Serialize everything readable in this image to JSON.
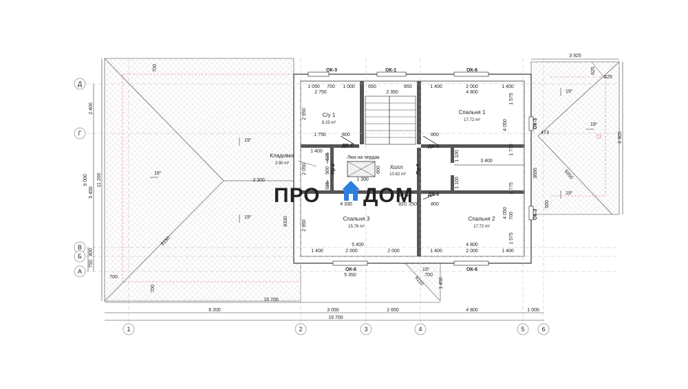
{
  "logo": {
    "part1": "ПРО",
    "part2": "ДОМ"
  },
  "rooms": [
    {
      "name": "С/у 1",
      "area": "8.15 m²"
    },
    {
      "name": "Спальня 1",
      "area": "17.72 m²"
    },
    {
      "name": "Кладовка",
      "area": "2.90 m²"
    },
    {
      "name": "Холл",
      "area": "10.82 m²"
    },
    {
      "name": "Спальня 3",
      "area": "15.76 m²"
    },
    {
      "name": "Спальня 2",
      "area": "17.72 m²"
    }
  ],
  "attic_hatch": "Люк на чердак",
  "windows": {
    "ok3": "ОК-3",
    "ok1": "ОК-1",
    "ok6": "ОК-6"
  },
  "doors": {
    "dv3": "ДВ-3",
    "pr2": "Пр-2",
    "pr3": "Пр-3"
  },
  "roof_slope": "19°",
  "axes_letters": [
    "Д",
    "Г",
    "В",
    "Б",
    "А"
  ],
  "axes_numbers": [
    "1",
    "2",
    "3",
    "4",
    "5",
    "6"
  ],
  "dims": {
    "top_left": "700",
    "top_right_total": "3 925",
    "top_right_625a": "625",
    "top_right_625b": "625",
    "top_row": [
      "1 050",
      "700",
      "1 000",
      "650",
      "2 350",
      "650",
      "1 400",
      "2 000",
      "1 400"
    ],
    "row2": [
      "2 750",
      "4 800"
    ],
    "left_2400": "2 400",
    "left_9000": "9 000",
    "left_5450": "5 450",
    "left_11200": "11 200",
    "left_400": "400",
    "left_750": "750",
    "bottom_15700": "15 700",
    "bottom_8200": "8 200",
    "bottom_3050": "3 050",
    "bottom_2650": "2 650",
    "bottom_4800": "4 800",
    "bottom_1000": "1 000",
    "bottom_19700": "19 700",
    "bottom_5350": "5 350",
    "bottom_700a": "700",
    "bottom_700b": "700",
    "bottom_700c": "700",
    "bottom_1450": "1 450",
    "ridge_3300": "3 300",
    "hip_8150": "8150",
    "hip_8330": "8330",
    "hip_6110": "6110",
    "right_6905": "6 905",
    "right_3650": "3650",
    "right_473": "473",
    "right_5050": "5050",
    "right_500": "500",
    "int_1750": "1 750",
    "int_800a": "800",
    "int_800b": "800",
    "int_2950a": "2 950",
    "int_2950b": "2 950",
    "int_1400a": "1 400",
    "int_2050": "2 050",
    "int_625a": "625",
    "int_625b": "625",
    "int_900": "900",
    "int_1300": "1 300",
    "int_600": "600",
    "int_4330": "4 330",
    "int_820": "820",
    "int_250": "250",
    "int_800c": "800",
    "int_3400": "3 400",
    "int_1100a": "1 100",
    "int_1100b": "1 100",
    "int_1575a": "1 575",
    "int_4050a": "4 050",
    "int_1775a": "1 775",
    "int_1775b": "1 775",
    "int_4050b": "4 050",
    "int_700": "700",
    "int_1575b": "1 575",
    "int_5400": "5 400",
    "int_4800b": "4 800",
    "bot_row": [
      "1 400",
      "2 000",
      "2 000",
      "1 400",
      "2 000",
      "1 400"
    ]
  }
}
